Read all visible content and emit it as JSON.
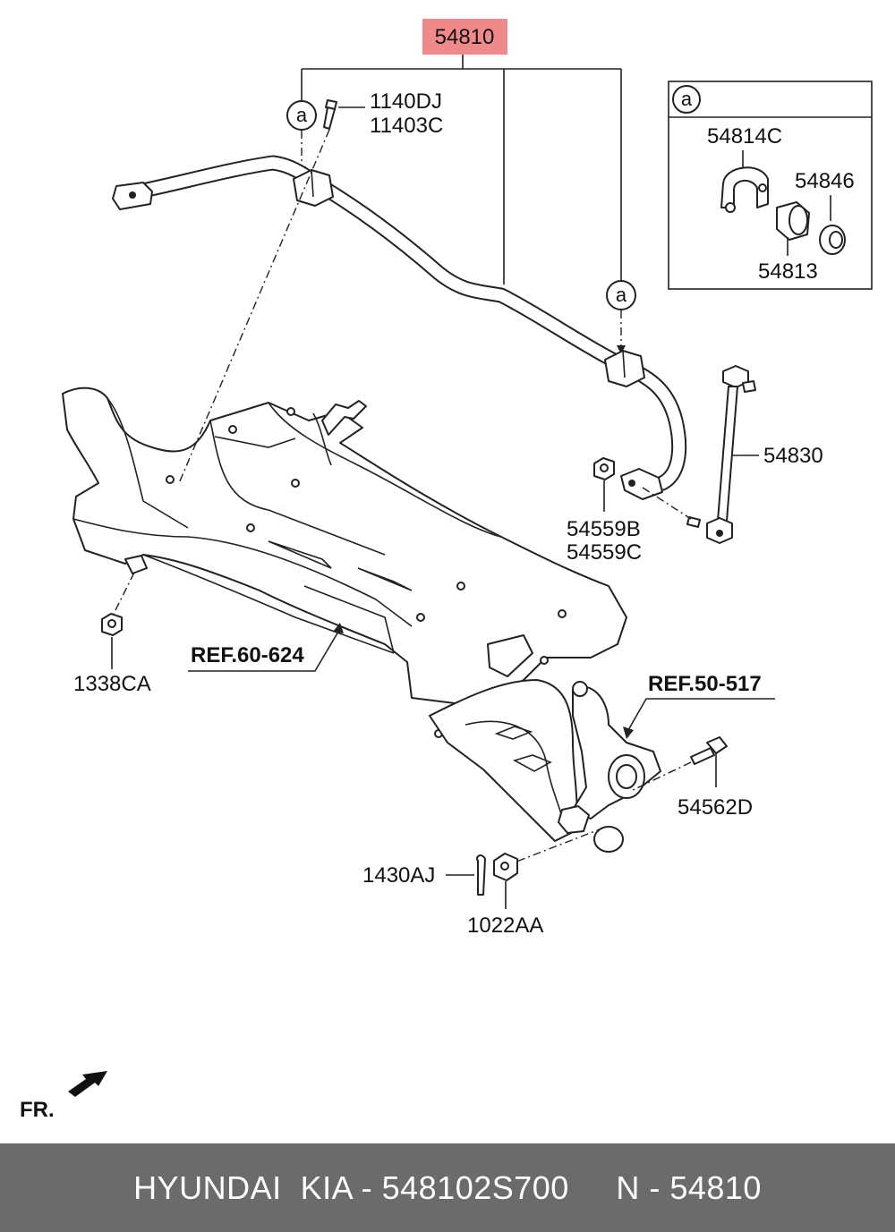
{
  "main_part": {
    "number": "54810",
    "highlight": "#f08a8a"
  },
  "callout_symbol": "a",
  "parts": {
    "bolt_1": "1140DJ",
    "bolt_2": "11403C",
    "bushing_clamp": "54814C",
    "bushing_ring": "54846",
    "bushing": "54813",
    "stabilizer_link": "54830",
    "link_nut_1": "54559B",
    "link_nut_2": "54559C",
    "subframe_nut": "1338CA",
    "knuckle_bolt": "54562D",
    "split_pin": "1430AJ",
    "castle_nut": "1022AA"
  },
  "refs": {
    "subframe": "REF.60-624",
    "knuckle": "REF.50-517"
  },
  "front_marker": "FR.",
  "footer": {
    "text": "HYUNDAI  KIA - 548102S700     N - 54810",
    "background": "#6b6b6b"
  }
}
